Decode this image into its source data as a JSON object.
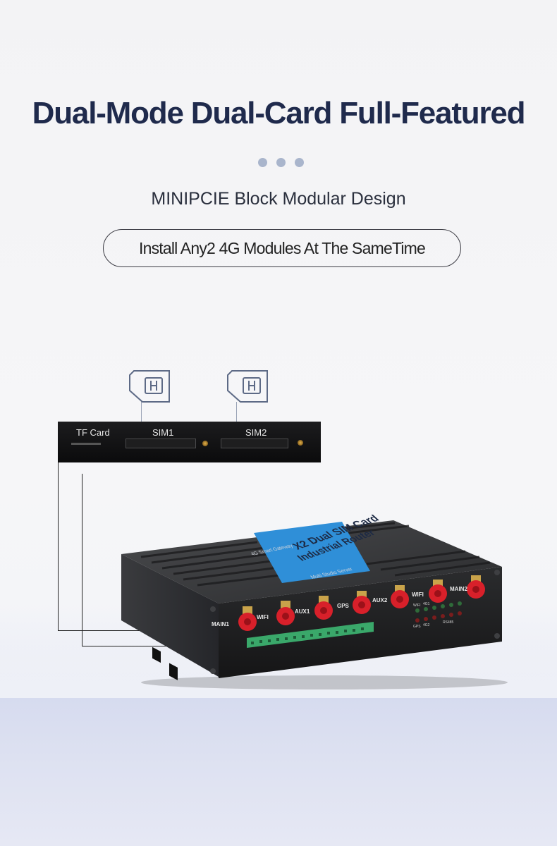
{
  "heading": {
    "title": "Dual-Mode Dual-Card Full-Featured",
    "subtitle": "MINIPCIE Block Modular Design",
    "pill_text": "Install Any2  4G Modules At The SameTime"
  },
  "slot_panel": {
    "tf_label": "TF Card",
    "sim1_label": "SIM1",
    "sim2_label": "SIM2"
  },
  "router": {
    "top_label_line1": "X2 Dual SIM Card",
    "top_label_line2": "Industrial Router",
    "side_text_1": "4G Smart Gateway",
    "side_text_2": "Multi Studio Server",
    "port_labels": [
      "MAIN1",
      "WIFI",
      "AUX1",
      "GPS",
      "AUX2",
      "WIFI",
      "MAIN2"
    ],
    "led_labels": [
      "WIFI",
      "4G1",
      "GPS",
      "4G2",
      "RS485"
    ]
  },
  "colors": {
    "title": "#1f2a4c",
    "accent_dots": "#a9b5cc",
    "label_blue": "#2f8fd8",
    "antenna_red": "#d8202a",
    "terminal_green": "#3aa86a"
  }
}
